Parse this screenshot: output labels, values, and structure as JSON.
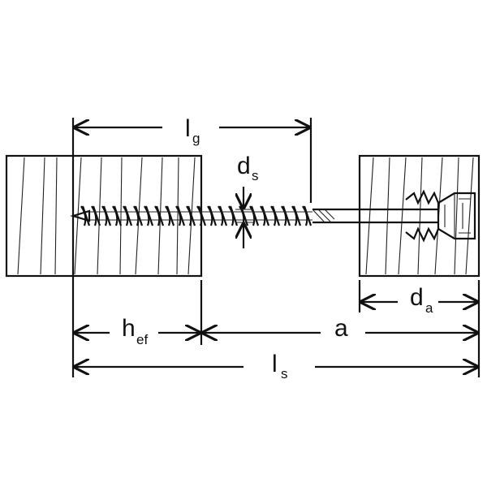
{
  "labels": {
    "lg": {
      "main": "l",
      "sub": "g"
    },
    "ds": {
      "main": "d",
      "sub": "s"
    },
    "da": {
      "main": "d",
      "sub": "a"
    },
    "hef": {
      "main": "h",
      "sub": "ef"
    },
    "a": {
      "main": "a"
    },
    "ls": {
      "main": "l",
      "sub": "s"
    }
  },
  "colors": {
    "line": "#111111",
    "background": "#ffffff"
  }
}
